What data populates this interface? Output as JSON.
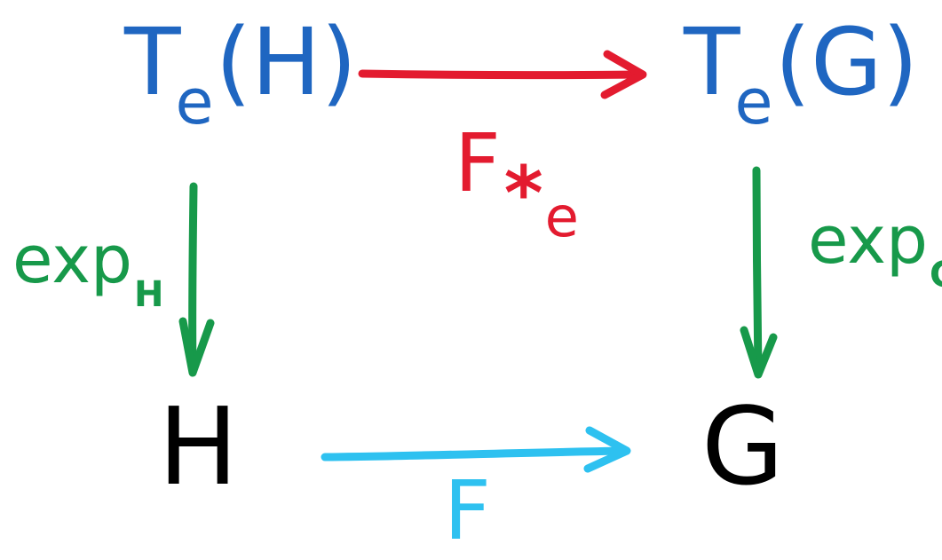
{
  "colors": {
    "tangent_space": "#1F66C1",
    "pushforward": "#E31B2F",
    "exponential": "#17994A",
    "group": "#000000",
    "homomorphism": "#2EC1F0"
  },
  "nodes": {
    "te_h": {
      "main": "T",
      "sub": "e",
      "arg": "(H)"
    },
    "te_g": {
      "main": "T",
      "sub": "e",
      "arg": "(G)"
    },
    "h": {
      "text": "H"
    },
    "g": {
      "text": "G"
    }
  },
  "labels": {
    "pushforward": {
      "main": "F",
      "star": "*",
      "sub": "e"
    },
    "exp_h": {
      "main": "exp",
      "sub": "H"
    },
    "exp_g": {
      "main": "exp",
      "sub": "G"
    },
    "f": {
      "text": "F"
    }
  }
}
